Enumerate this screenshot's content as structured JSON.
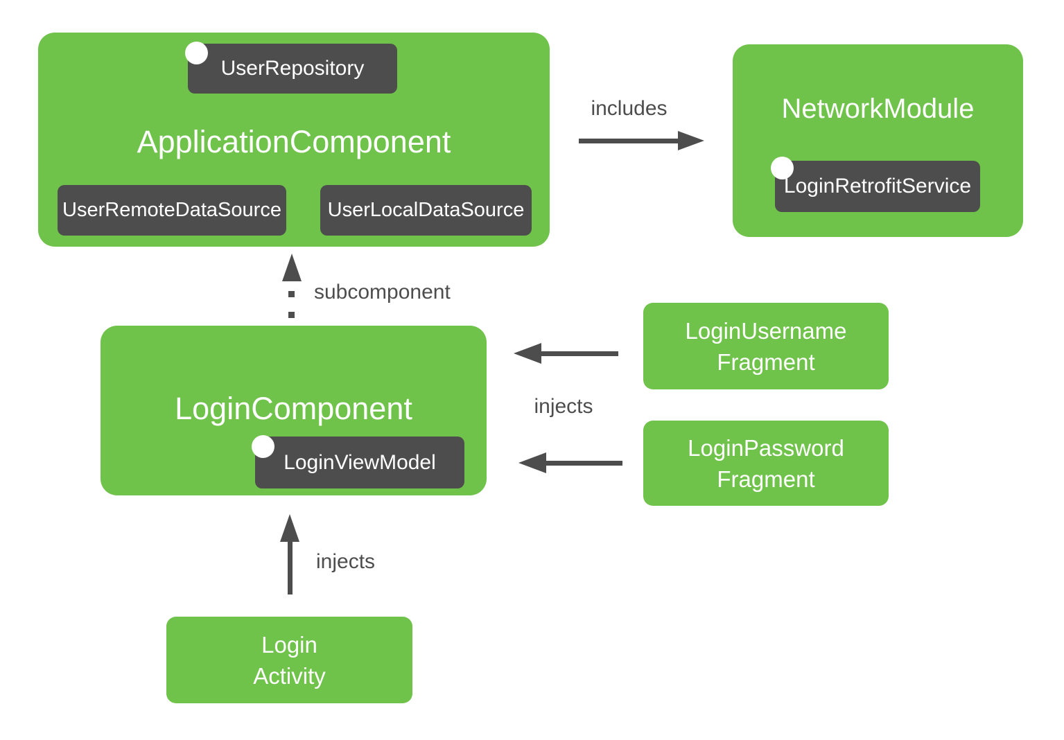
{
  "colors": {
    "node-green": "#6FC24A",
    "badge-dark": "#4D4D4D",
    "arrow-gray": "#4D4D4D",
    "text-white": "#FFFFFF",
    "background": "#FFFFFF"
  },
  "application_component": {
    "title": "ApplicationComponent",
    "badge_top": "UserRepository",
    "badge_bottom_left": "UserRemoteDataSource",
    "badge_bottom_right": "UserLocalDataSource"
  },
  "network_module": {
    "title": "NetworkModule",
    "badge": "LoginRetrofitService"
  },
  "login_component": {
    "title": "LoginComponent",
    "badge": "LoginViewModel"
  },
  "fragments": {
    "username": {
      "line1": "LoginUsername",
      "line2": "Fragment"
    },
    "password": {
      "line1": "LoginPassword",
      "line2": "Fragment"
    }
  },
  "activity": {
    "line1": "Login",
    "line2": "Activity"
  },
  "edge_labels": {
    "includes": "includes",
    "subcomponent": "subcomponent",
    "injects_fragments": "injects",
    "injects_activity": "injects"
  }
}
